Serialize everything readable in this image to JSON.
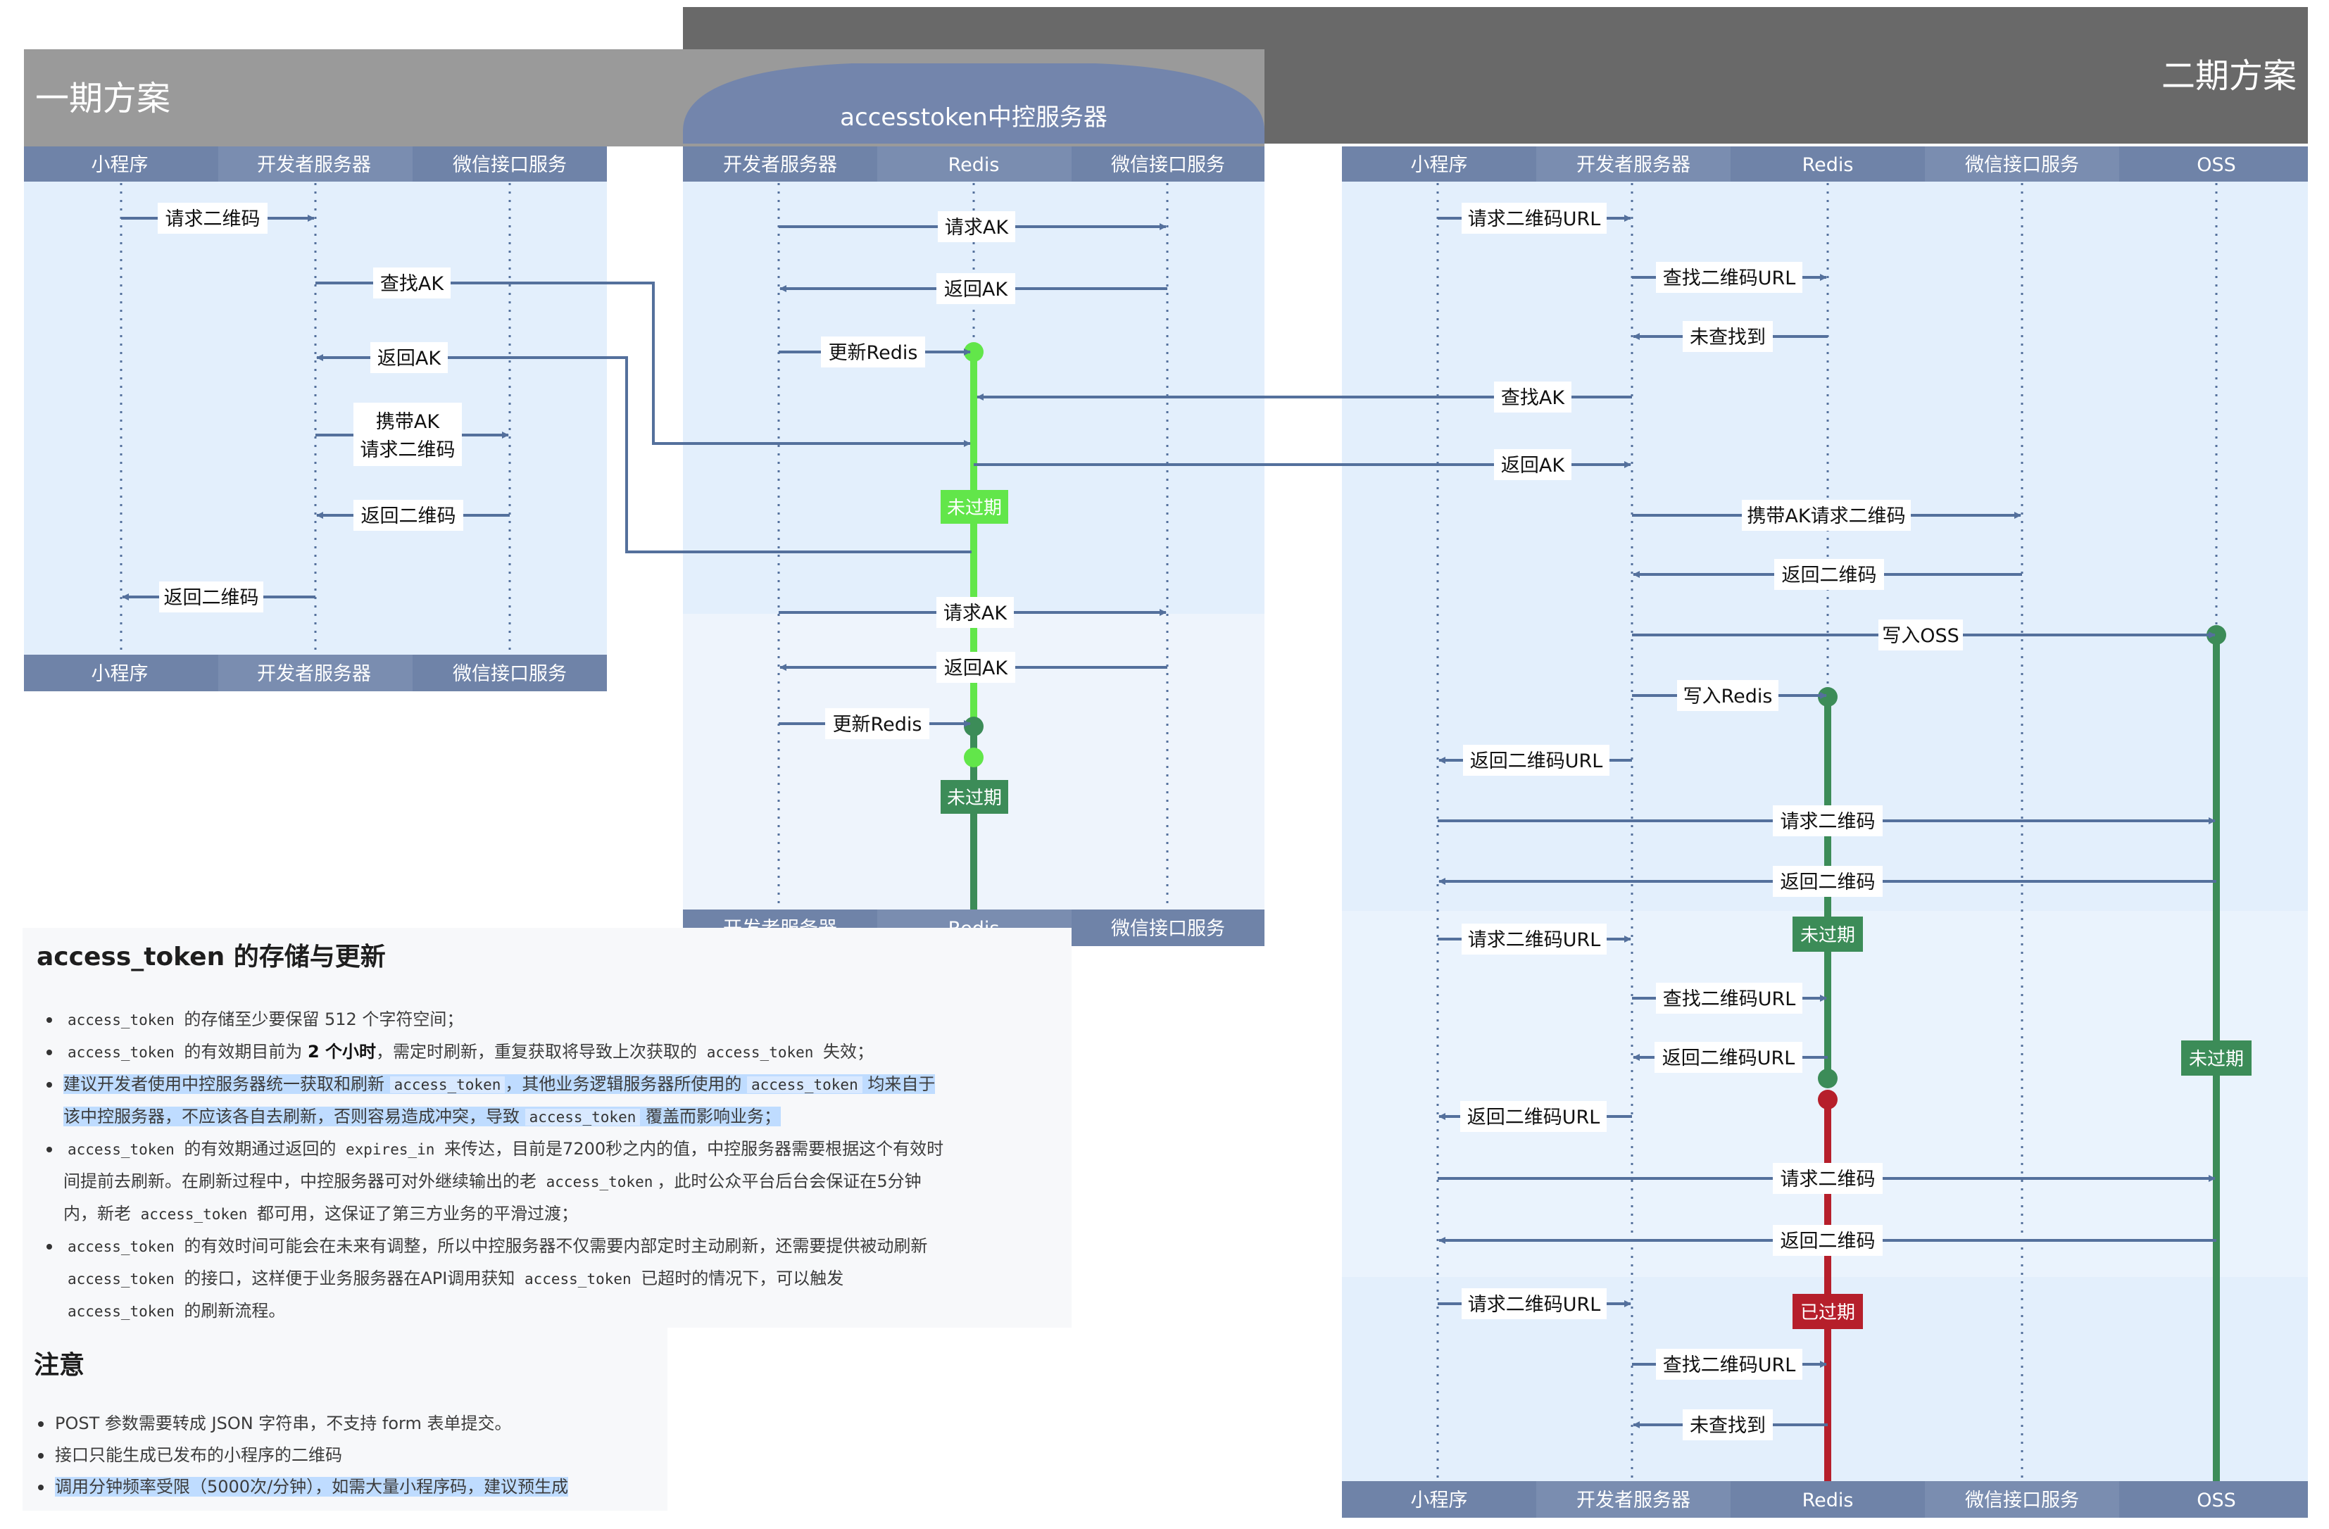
{
  "phase1": {
    "title": "一期方案"
  },
  "phase2": {
    "title": "二期方案"
  },
  "central": {
    "title": "accesstoken中控服务器"
  },
  "lanes": {
    "mini": "小程序",
    "dev": "开发者服务器",
    "wx": "微信接口服务",
    "redis": "Redis",
    "oss": "OSS"
  },
  "p1_msgs": {
    "m1": "请求二维码",
    "m2": "查找AK",
    "m3": "返回AK",
    "m4a": "携带AK",
    "m4b": "请求二维码",
    "m5": "返回二维码",
    "m6": "返回二维码"
  },
  "c_msgs": {
    "m1": "请求AK",
    "m2": "返回AK",
    "m3": "更新Redis",
    "m4": "请求AK",
    "m5": "返回AK",
    "m6": "更新Redis",
    "badge1": "未过期",
    "badge2": "未过期"
  },
  "p2_msgs": {
    "m1": "请求二维码URL",
    "m2": "查找二维码URL",
    "m3": "未查找到",
    "m4": "查找AK",
    "m5": "返回AK",
    "m6": "携带AK请求二维码",
    "m7": "返回二维码",
    "m8": "写入OSS",
    "m9": "写入Redis",
    "m10": "返回二维码URL",
    "m11": "请求二维码",
    "m12": "返回二维码",
    "m13": "请求二维码URL",
    "m14": "查找二维码URL",
    "m15": "返回二维码URL",
    "m16": "返回二维码URL",
    "m17": "请求二维码",
    "m18": "返回二维码",
    "m19": "请求二维码URL",
    "m20": "查找二维码URL",
    "m21": "未查找到",
    "badge_valid1": "未过期",
    "badge_valid2": "未过期",
    "badge_expired": "已过期"
  },
  "notes": {
    "title": "access_token 的存储与更新",
    "b1": {
      "c1": "access_token",
      "t1": " 的存储至少要保留 512 个字符空间；"
    },
    "b2": {
      "c1": "access_token",
      "t1": " 的有效期目前为 ",
      "bold": "2 个小时",
      "t2": "，需定时刷新，重复获取将导致上次获取的 ",
      "c2": "access_token",
      "t3": " 失效；"
    },
    "b3": {
      "t1": "建议开发者使用中控服务器统一获取和刷新 ",
      "c1": "access_token",
      "t2": "，其他业务逻辑服务器所使用的 ",
      "c2": "access_token",
      "t3": " 均来自于",
      "t4": "该中控服务器，不应该各自去刷新，否则容易造成冲突，导致 ",
      "c3": "access_token",
      "t5": " 覆盖而影响业务；"
    },
    "b4": {
      "c1": "access_token",
      "t1": " 的有效期通过返回的 ",
      "c2": "expires_in",
      "t2": " 来传达，目前是7200秒之内的值，中控服务器需要根据这个有效时",
      "t3": "间提前去刷新。在刷新过程中，中控服务器可对外继续输出的老 ",
      "c3": "access_token",
      "t4": "，此时公众平台后台会保证在5分钟",
      "t5": "内，新老 ",
      "c4": "access_token",
      "t6": " 都可用，这保证了第三方业务的平滑过渡；"
    },
    "b5": {
      "c1": "access_token",
      "t1": " 的有效时间可能会在未来有调整，所以中控服务器不仅需要内部定时主动刷新，还需要提供被动刷新",
      "c2": "access_token",
      "t2": " 的接口，这样便于业务服务器在API调用获知 ",
      "c3": "access_token",
      "t3": " 已超时的情况下，可以触发",
      "c4": "access_token",
      "t4": " 的刷新流程。"
    }
  },
  "notes2": {
    "title": "注意",
    "items": [
      "POST 参数需要转成 JSON 字符串，不支持 form 表单提交。",
      "接口只能生成已发布的小程序的二维码",
      "调用分钟频率受限（5000次/分钟），如需大量小程序码，建议预生成"
    ]
  },
  "colors": {
    "header_gray": "#9a9a9a",
    "header_dark": "#696969",
    "lane_header": "#6f83a8",
    "central_cap": "#7385ac",
    "bg_blue": "#e3effc",
    "arrow": "#54709c",
    "green_light": "#62e64a",
    "green_dark": "#3c8c58",
    "red": "#b61f2b",
    "note_highlight": "#bfdcff"
  }
}
